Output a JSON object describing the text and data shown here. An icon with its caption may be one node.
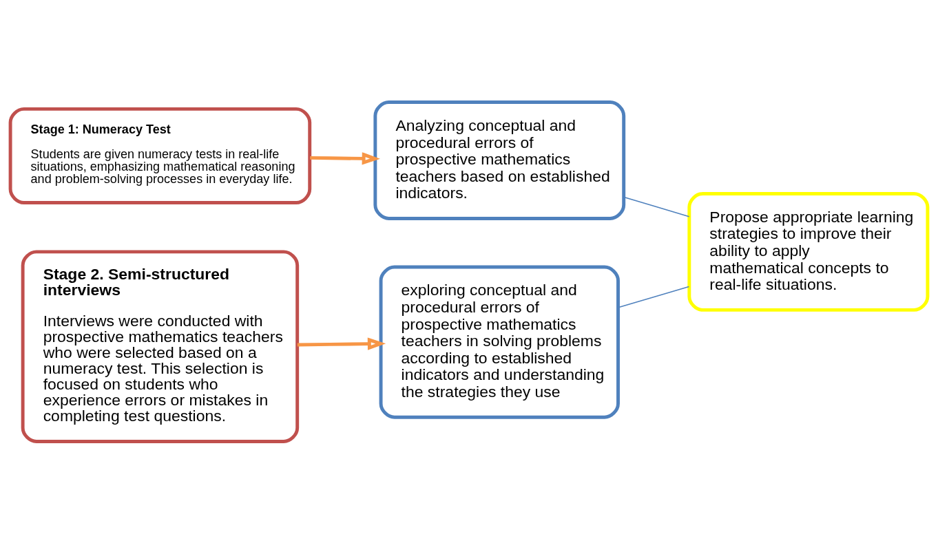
{
  "diagram": {
    "nodes": [
      {
        "text": [
          "Stage 1: Numeracy Test",
          "Students are given numeracy tests in real-life situations, emphasizing mathematical reasoning and problem-solving processes in everyday life."
        ]
      },
      {
        "text": [
          "Analyzing conceptual and procedural errors of prospective mathematics teachers based on established indicators."
        ]
      },
      {
        "text": [
          "Stage 2. Semi-structured interviews",
          "Interviews were conducted with prospective mathematics teachers who were selected based on a numeracy test. This selection is focused on students who experience errors or mistakes in completing test questions."
        ]
      },
      {
        "text": [
          "exploring conceptual and procedural errors of prospective mathematics teachers in solving problems according to established indicators and understanding the strategies they use"
        ]
      },
      {
        "text": [
          "Propose appropriate learning strategies to improve their ability to apply mathematical concepts to real-life situations."
        ]
      }
    ],
    "edges": [
      {
        "from": 0,
        "to": 1,
        "arrow": "to",
        "style": "thick",
        "color": "#f79646"
      },
      {
        "from": 2,
        "to": 3,
        "arrow": "to",
        "style": "thick",
        "color": "#f79646"
      },
      {
        "from": 1,
        "to": 4,
        "arrow": "none",
        "color": "#4f81bd"
      },
      {
        "from": 3,
        "to": 4,
        "arrow": "none",
        "color": "#4f81bd"
      }
    ]
  }
}
